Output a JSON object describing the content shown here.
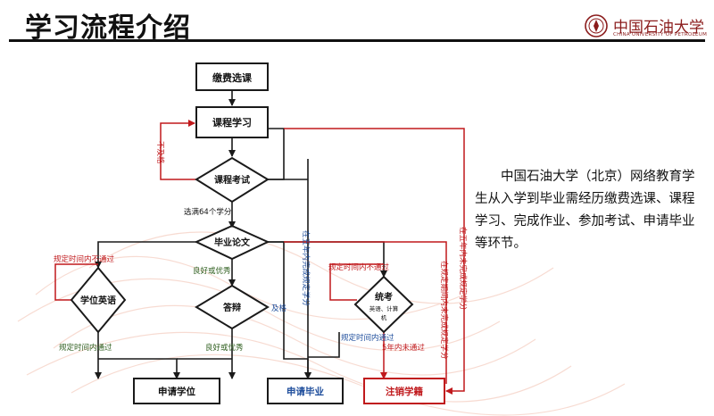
{
  "header": {
    "title": "学习流程介绍",
    "logo_name": "中国石油大学",
    "logo_sub": "CHINA UNIVERSITY OF PETROLEUM"
  },
  "description": "中国石油大学（北京）网络教育学生从入学到毕业需经历缴费选课、课程学习、完成作业、参加考试、申请毕业等环节。",
  "flowchart": {
    "nodes": {
      "pay_select": "缴费选课",
      "course_study": "课程学习",
      "course_exam": "课程考试",
      "thesis": "毕业论文",
      "degree_english": "学位英语",
      "defense": "答辩",
      "unified_exam": "统考",
      "unified_exam_sub": "英语、计算",
      "unified_exam_sub2": "机",
      "apply_degree": "申请学位",
      "apply_graduation": "申请毕业",
      "cancel_status": "注销学籍"
    },
    "labels": {
      "fail": "不及格",
      "credits_64": "选满64个学分",
      "good_excellent_1": "良好或优秀",
      "good_excellent_2": "良好或优秀",
      "pass": "及格",
      "degree_fail_in_time": "规定时间内不通过",
      "degree_pass_in_time": "规定时间内通过",
      "exam_fail_in_time": "规定时间内不通过",
      "exam_pass_in_time": "规定时间内通过",
      "five_year_fail": "5年内未通过",
      "five_year_done": "在五年内完成规定学分",
      "stay_limit_unfinished": "在规定期间内未完成规定学分",
      "five_year_unfinished": "在五年内未完成规定学分"
    },
    "colors": {
      "black_line": "#1a1a1a",
      "red_line": "#c0191c",
      "green_text": "#2e5e1e",
      "blue_text": "#1f4e9c",
      "red_text": "#c0191c"
    }
  }
}
